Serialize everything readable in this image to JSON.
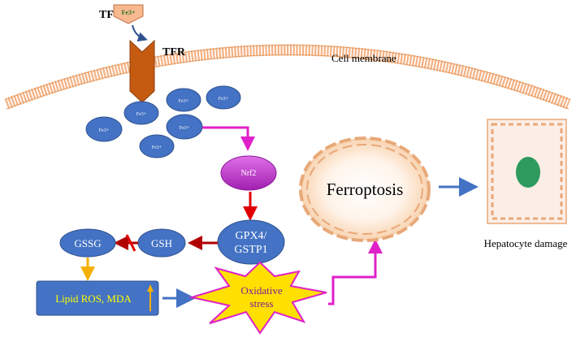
{
  "labels": {
    "tf": "TF",
    "tf_fe": "Fe3+",
    "tfr": "TFR",
    "cell_membrane": "Cell membrane",
    "fe_ion": "Fe3+",
    "nrf2": "Nrf2",
    "gpx4_line1": "GPX4/",
    "gpx4_line2": "GSTP1",
    "gsh": "GSH",
    "gssg": "GSSG",
    "lipid_ros": "Lipid ROS, MDA",
    "oxidative_line1": "Oxidative",
    "oxidative_line2": "stress",
    "ferroptosis": "Ferroptosis",
    "hepatocyte_damage": "Hepatocyte damage"
  },
  "colors": {
    "blue_node": "#4472c4",
    "blue_stroke": "#2f528f",
    "tfr_brown": "#c55a11",
    "membrane": "#f4b183",
    "magenta_arrow": "#e020c8",
    "red_arrow": "#e00000",
    "dark_red_arrow": "#b00000",
    "orange_arrow": "#f4b000",
    "blue_arrow": "#4472c4",
    "lipid_text": "#ffff00",
    "star_fill": "#ffe000",
    "star_stroke": "#e020c8",
    "nucleus": "#2e9a5e"
  }
}
